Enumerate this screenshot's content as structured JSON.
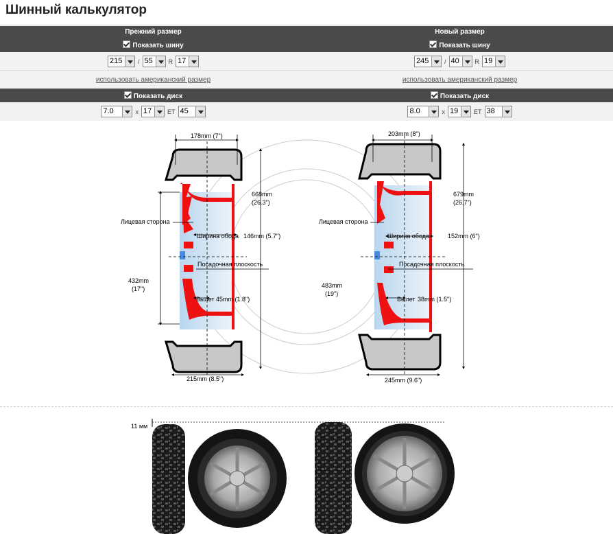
{
  "page_title": "Шинный калькулятор",
  "old": {
    "heading": "Прежний размер",
    "show_tire": "Показать шину",
    "width": "215",
    "profile": "55",
    "r_label": "R",
    "diameter": "17",
    "american_link": "использовать американский размер",
    "show_disk": "Показать диск",
    "rim_width": "7.0",
    "rim_diameter": "17",
    "et_label": "ET",
    "et": "45",
    "dim_rim_top": "178mm (7\")",
    "dim_height_a": "668mm",
    "dim_height_b": "(26.3\")",
    "face_side": "Лицевая сторона",
    "rim_width_label": "Ширина обода",
    "rim_width_value": "146mm (5.7\")",
    "mount_plane": "Посадочная плоскость",
    "rim_diam_a": "432mm",
    "rim_diam_b": "(17\")",
    "offset_label": "Вылет",
    "offset_value": "45mm (1.8\")",
    "dim_tire_bottom": "215mm (8.5\")"
  },
  "new": {
    "heading": "Новый размер",
    "show_tire": "Показать шину",
    "width": "245",
    "profile": "40",
    "r_label": "R",
    "diameter": "19",
    "american_link": "использовать американский размер",
    "show_disk": "Показать диск",
    "rim_width": "8.0",
    "rim_diameter": "19",
    "et_label": "ET",
    "et": "38",
    "dim_rim_top": "203mm (8\")",
    "dim_height_a": "679mm",
    "dim_height_b": "(26.7\")",
    "face_side": "Лицевая сторона",
    "rim_width_label": "Ширина обода",
    "rim_width_value": "152mm (6\")",
    "mount_plane": "Посадочная плоскость",
    "rim_diam_a": "483mm",
    "rim_diam_b": "(19\")",
    "offset_label": "Вылет",
    "offset_value": "38mm (1.5\")",
    "dim_tire_bottom": "245mm (9.6\")"
  },
  "sep_slash": "/",
  "sep_x": "x",
  "clearance": "11 мм",
  "colors": {
    "bar": "#4a4a4a",
    "rim": "#ee1111",
    "tire": "#c8c8c8",
    "row": "#f2f2f2"
  }
}
